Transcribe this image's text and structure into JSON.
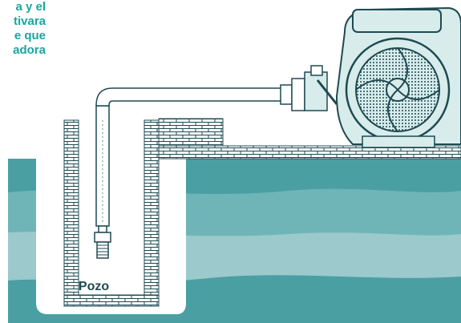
{
  "caption": {
    "lines": [
      "a y el",
      "tivara",
      "e que",
      "adora"
    ]
  },
  "labels": {
    "well": "Pozo"
  },
  "colors": {
    "caption_teal": "#1aa5a0",
    "water_dark": "#4a9fa3",
    "water_mid": "#6fb5b8",
    "water_light": "#9cc9cb",
    "outline": "#1e4a52",
    "pump_body": "#d8ecec"
  }
}
